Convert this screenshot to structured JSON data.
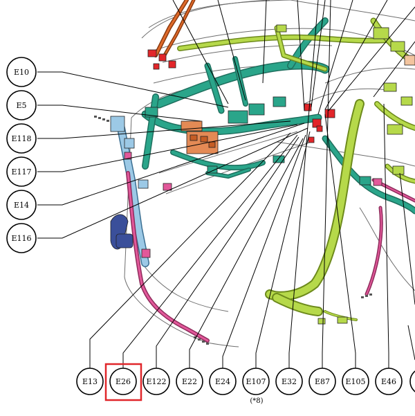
{
  "diagram": {
    "callouts_left": [
      {
        "id": "E10"
      },
      {
        "id": "E5"
      },
      {
        "id": "E118"
      },
      {
        "id": "E117"
      },
      {
        "id": "E14"
      },
      {
        "id": "E116"
      }
    ],
    "callouts_bottom": [
      {
        "id": "E13"
      },
      {
        "id": "E26",
        "highlighted": true
      },
      {
        "id": "E122"
      },
      {
        "id": "E22"
      },
      {
        "id": "E24"
      },
      {
        "id": "E107",
        "note": "(*8)"
      },
      {
        "id": "E32"
      },
      {
        "id": "E87"
      },
      {
        "id": "E105"
      },
      {
        "id": "E46"
      }
    ],
    "highlight_color": "#e0262a",
    "colors": {
      "harness_teal": "#2aa58a",
      "harness_green": "#b6d94a",
      "harness_blue": "#9cc9e6",
      "harness_pink": "#e2589a",
      "connector_red": "#e2262a",
      "connector_orange": "#e06a2a",
      "clip_navy": "#3a4f9a",
      "dash_line": "#c9cfcf"
    }
  }
}
